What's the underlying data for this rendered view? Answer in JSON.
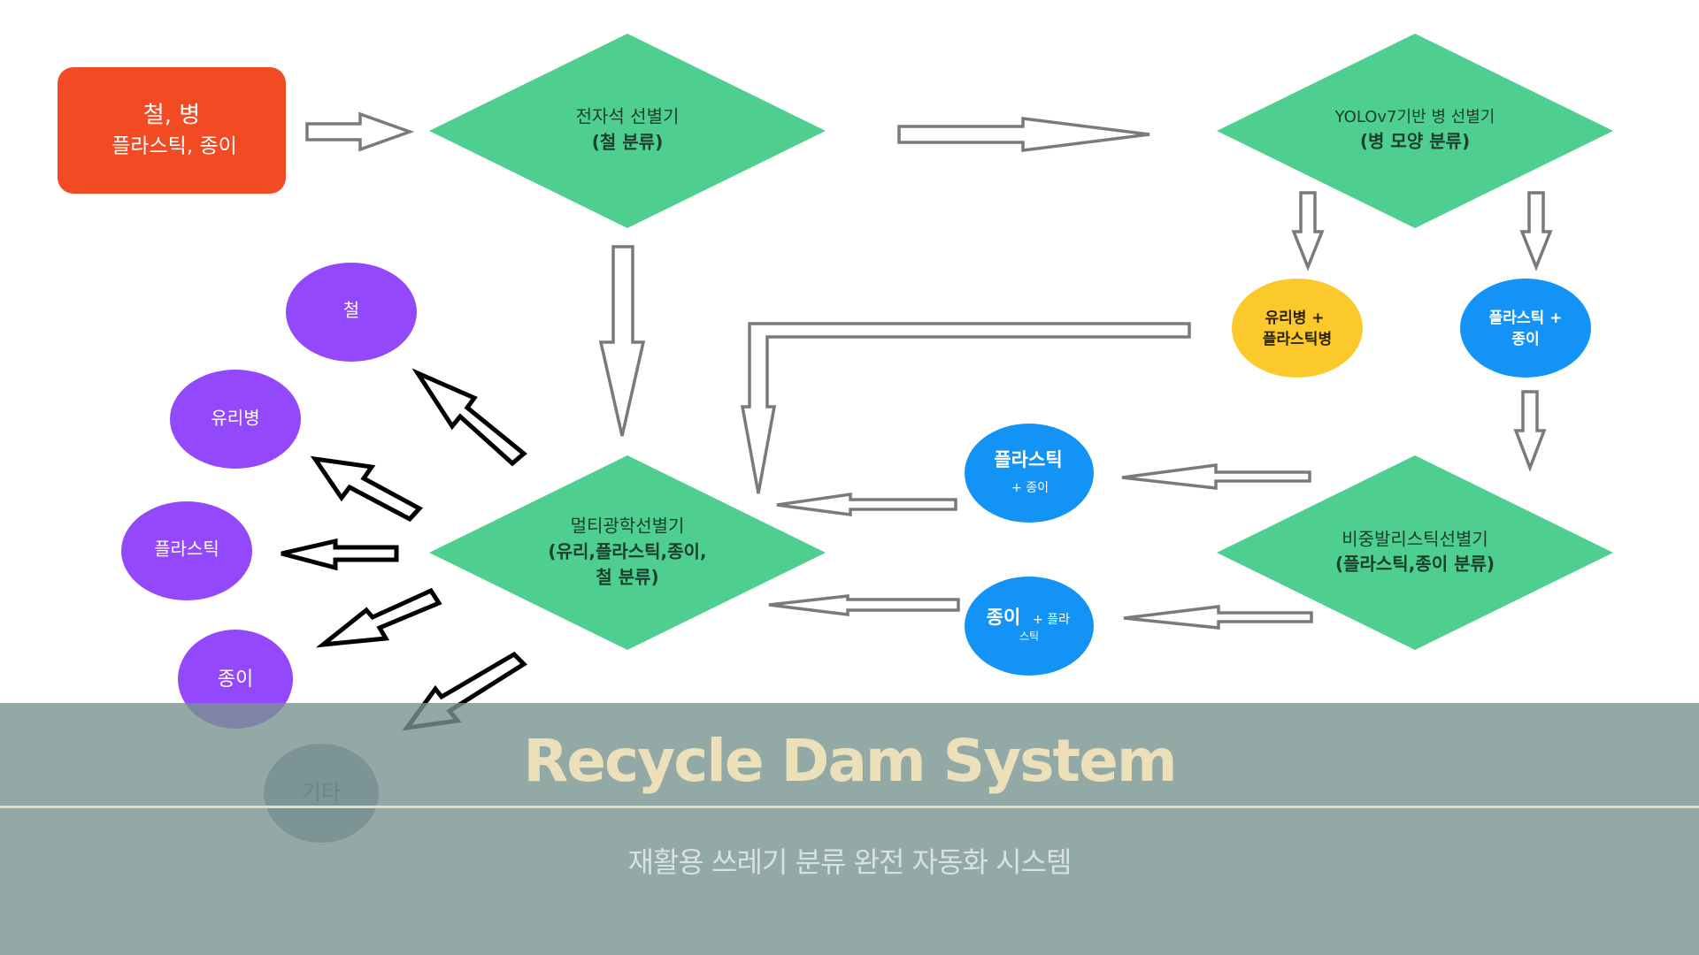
{
  "colors": {
    "input_box": "#f24a22",
    "sorter": "#4ecf90",
    "sorter_text": "#1a3d2c",
    "glass_group": "#fbc92b",
    "mixed_group": "#1493f7",
    "output": "#9448fb",
    "output_other": "#8a96a8",
    "arrow_gray": "#7a7a7a",
    "arrow_black": "#000000",
    "banner_title": "#ebe0ba",
    "banner_subtitle": "#d7e2e0"
  },
  "input": {
    "line1": "철, 병",
    "line2": "플라스틱, 종이"
  },
  "sorters": {
    "magnetic": {
      "line1": "전자석 선별기",
      "line2": "(철 분류)"
    },
    "yolo": {
      "line1": "YOLOv7기반 병 선별기",
      "line2": "(병 모양 분류)"
    },
    "ballistic": {
      "line1": "비중발리스틱선별기",
      "line2": "(플라스틱,종이 분류)"
    },
    "optical": {
      "line1": "멀티광학선별기",
      "line2": "(유리,플라스틱,종이,",
      "line3": "철 분류)"
    }
  },
  "groups": {
    "glass_plastic_bottle": {
      "line1": "유리병 +",
      "line2": "플라스틱병"
    },
    "plastic_paper": {
      "line1": "플라스틱 +",
      "line2": "종이"
    },
    "plastic_plus_paper": {
      "main": "플라스틱",
      "sub": "+ 종이"
    },
    "paper_plus_plastic": {
      "main": "종이",
      "sub1": "+ 플라",
      "sub2": "스틱"
    }
  },
  "outputs": [
    {
      "label": "철"
    },
    {
      "label": "유리병"
    },
    {
      "label": "플라스틱"
    },
    {
      "label": "종이"
    },
    {
      "label": "기타"
    }
  ],
  "banner": {
    "title": "Recycle Dam System",
    "subtitle": "재활용 쓰레기 분류 완전 자동화 시스템"
  }
}
